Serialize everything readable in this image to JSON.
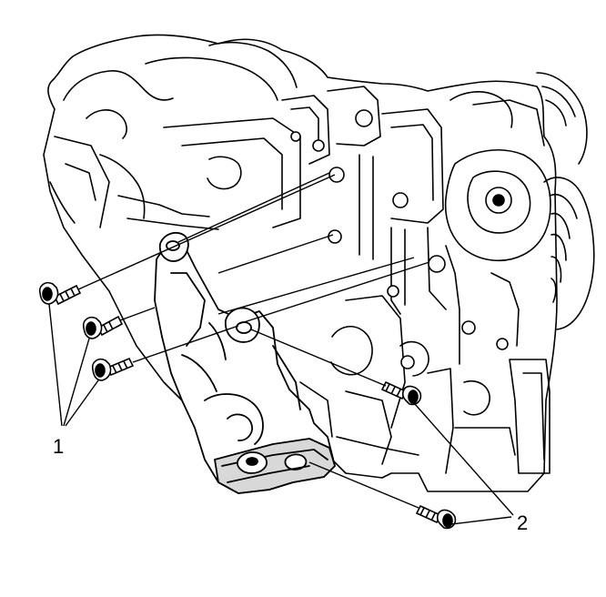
{
  "diagram": {
    "kind": "engine-bracket-exploded-view",
    "line_color": "#000000",
    "shade_color": "#d8d8d8",
    "background_color": "#ffffff",
    "callouts": [
      {
        "id": "1",
        "label": "1"
      },
      {
        "id": "2",
        "label": "2"
      }
    ]
  }
}
